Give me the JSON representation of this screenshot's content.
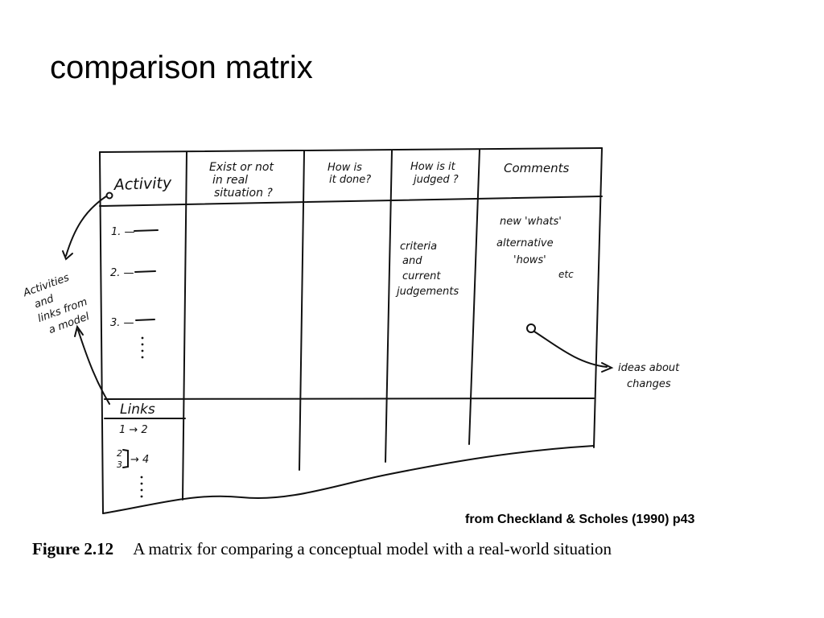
{
  "slide": {
    "title": "comparison matrix"
  },
  "matrix": {
    "headers": [
      "Activity",
      "Exist or not in real situation ?",
      "How is it done?",
      "How is it judged ?",
      "Comments"
    ],
    "header_lines": {
      "exist": [
        "Exist or not",
        "in real",
        "situation ?"
      ],
      "how_done": [
        "How is",
        "it done?"
      ],
      "how_judged": [
        "How is it",
        "judged ?"
      ]
    },
    "activities": [
      "1.  —",
      "2.  —",
      "3.  —"
    ],
    "links_label": "Links",
    "links": [
      "1 → 2",
      "→ 4"
    ],
    "links_group": [
      "2",
      "3"
    ],
    "judged_note": [
      "criteria",
      "and",
      "current",
      "judgements"
    ],
    "comments_note": [
      "new 'whats'",
      "alternative",
      "'hows'",
      "etc"
    ]
  },
  "annotations": {
    "left": [
      "Activities",
      "and",
      "links from",
      "a model"
    ],
    "right": [
      "ideas about",
      "changes"
    ]
  },
  "source": "from Checkland & Scholes (1990) p43",
  "caption": {
    "label": "Figure 2.12",
    "text": "A matrix for comparing a conceptual model with a real-world situation"
  }
}
